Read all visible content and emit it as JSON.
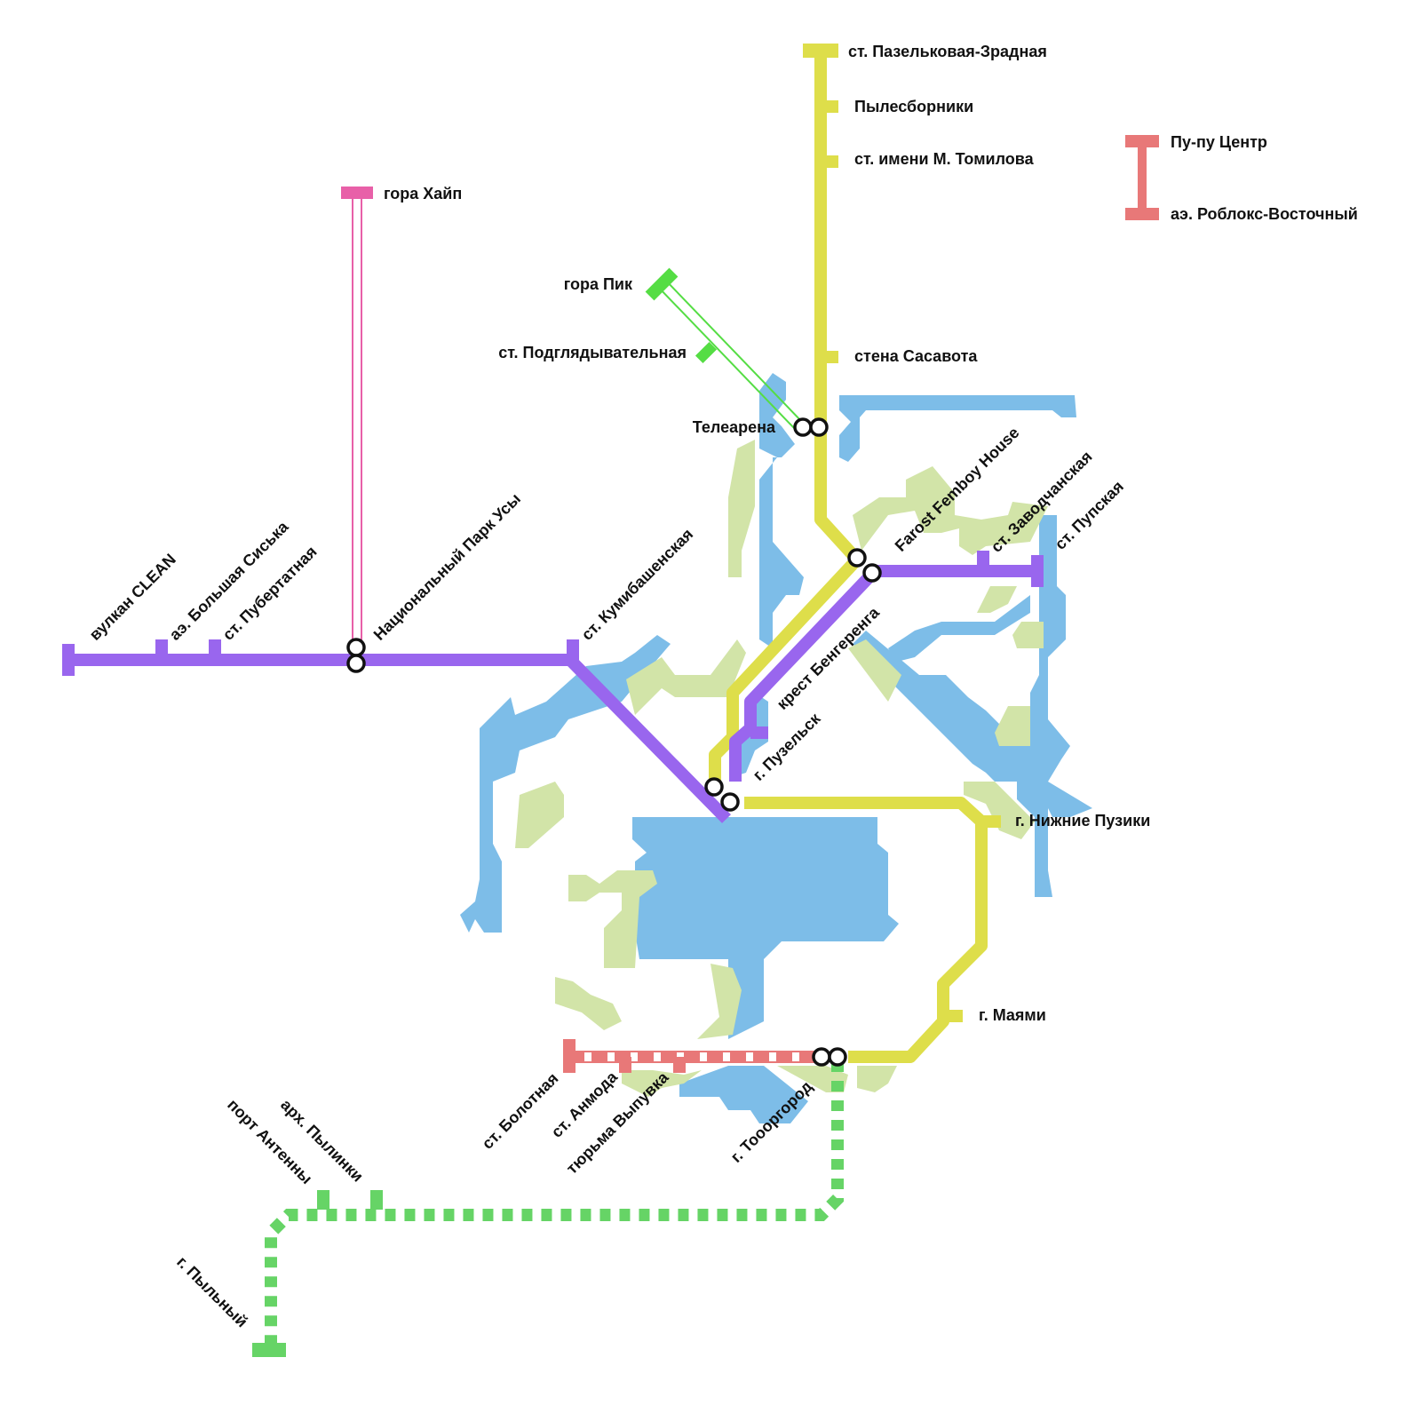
{
  "colors": {
    "water": "#7dbde8",
    "land": "#d2e4a8",
    "purple_line": "#9966ee",
    "yellow_line": "#dede4a",
    "pink_line": "#e860a8",
    "green_line": "#55dd44",
    "salmon_line": "#e87878",
    "dotted_green_line": "#66d466",
    "interchange_stroke": "#111111"
  },
  "lines": {
    "purple": {
      "stations": {
        "vulkan": "вулкан CLEAN",
        "bolshaya": "аэ. Большая Сиська",
        "pubertatnaya": "ст. Пубертатная",
        "park": "Национальный Парк Усы",
        "kumibashenskaya": "ст. Кумибашенская",
        "krest": "крест Бенгеренга",
        "zavodchanskaya": "ст. Заводчанская",
        "pupskaya": "ст. Пупская"
      }
    },
    "yellow": {
      "stations": {
        "pazelkovaya": "ст. Пазельковая-Зрадная",
        "pylesborniki": "Пылесборники",
        "tomilova": "ст. имени М. Томилова",
        "sasavota": "стена Сасавота",
        "telearena": "Телеарена",
        "farost": "Farost Femboy House",
        "puzelsk": "г. Пузельск",
        "nizhnie": "г. Нижние Пузики",
        "mayami": "г. Маями",
        "toooorgorod": "г. Тоооргород"
      }
    },
    "pink": {
      "stations": {
        "khayp": "гора Хайп"
      }
    },
    "green": {
      "stations": {
        "pik": "гора Пик",
        "podglyad": "ст. Подглядывательная"
      }
    },
    "salmon": {
      "stations": {
        "bolotnaya": "ст. Болотная",
        "anmoda": "ст. Анмода",
        "tyurma": "тюрьма Выпувка"
      }
    },
    "dotted_green": {
      "stations": {
        "port": "порт Антенны",
        "arh": "арх. Пылинки",
        "pylny": "г. Пыльный"
      }
    }
  },
  "legend": {
    "top": "Пу-пу Центр",
    "bottom": "аэ. Роблокс-Восточный"
  }
}
